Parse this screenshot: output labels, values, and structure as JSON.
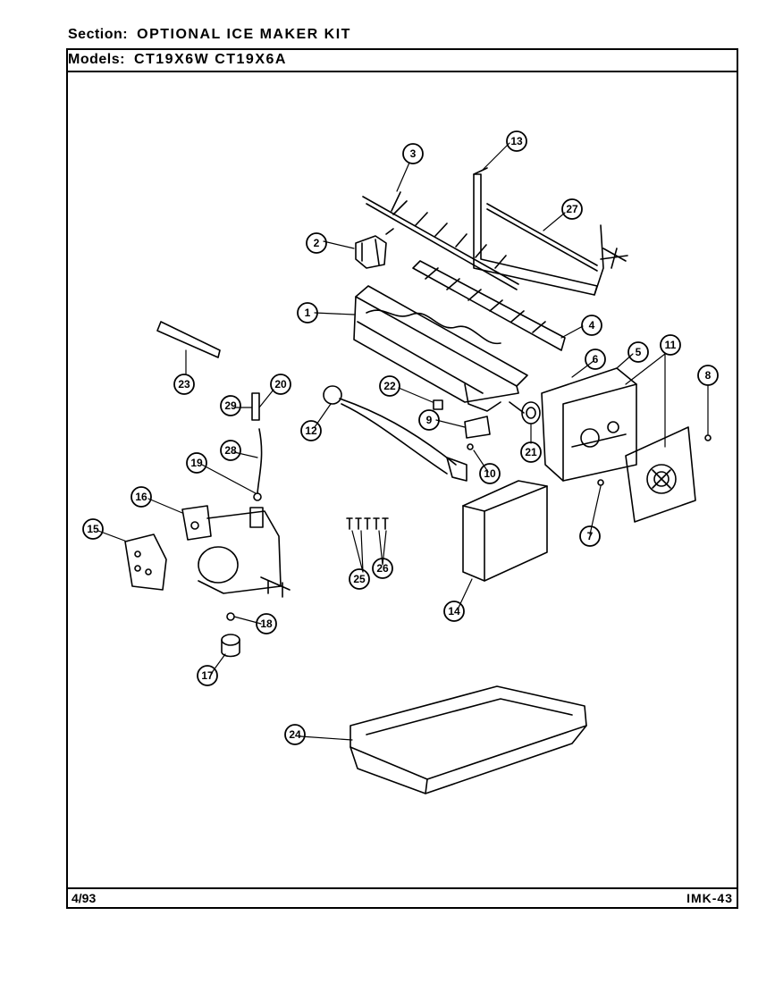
{
  "header": {
    "section_label": "Section:",
    "section_value": "OPTIONAL ICE MAKER KIT",
    "models_label": "Models:",
    "models_value": "CT19X6W CT19X6A"
  },
  "footer": {
    "date": "4/93",
    "page_code": "IMK-43"
  },
  "callouts": [
    "1",
    "2",
    "3",
    "4",
    "5",
    "6",
    "7",
    "8",
    "9",
    "10",
    "11",
    "12",
    "13",
    "14",
    "15",
    "16",
    "17",
    "18",
    "19",
    "20",
    "21",
    "22",
    "23",
    "24",
    "25",
    "26",
    "27",
    "28",
    "29"
  ]
}
